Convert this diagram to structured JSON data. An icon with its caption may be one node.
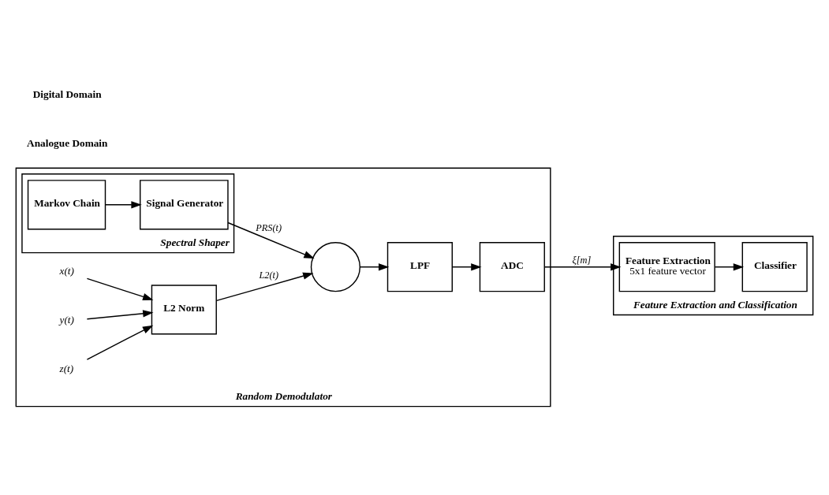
{
  "diagram": {
    "nodes": [
      {
        "text": [
          "Random Demodulator"
        ]
      },
      {
        "text": [
          "Spectral Shaper"
        ],
        "in": 0
      },
      {
        "text": [
          "Markov Chain"
        ],
        "in": 1
      },
      {
        "text": [
          "Signal Generator"
        ],
        "in": 1
      },
      {
        "text": [
          "L2 Norm"
        ],
        "in": 0
      },
      {
        "text": [],
        "shape": "circle",
        "in": 0
      },
      {
        "text": [
          "LPF"
        ],
        "in": 0
      },
      {
        "text": [
          "ADC"
        ],
        "in": 0
      },
      {
        "text": [
          "x(t)"
        ],
        "in": 0
      },
      {
        "text": [
          "y(t)"
        ],
        "in": 0
      },
      {
        "text": [
          "z(t)"
        ],
        "in": 0
      },
      {
        "text": [
          "Feature Extraction and Classification"
        ]
      },
      {
        "text": [
          "Feature Extraction",
          "5x1 feature vector"
        ],
        "in": 11
      },
      {
        "text": [
          "Classifier"
        ],
        "in": 11
      }
    ],
    "edges": [
      {
        "from": 2,
        "to": 3,
        "arrow": "to"
      },
      {
        "from": 3,
        "to": 5,
        "arrow": "to",
        "label": "PRS(t)"
      },
      {
        "from": 4,
        "to": 5,
        "arrow": "to",
        "label": "L2(t)"
      },
      {
        "from": 5,
        "to": 6,
        "arrow": "to"
      },
      {
        "from": 6,
        "to": 7,
        "arrow": "to"
      },
      {
        "from": 7,
        "to": 12,
        "arrow": "to",
        "label": "ξ[m]"
      },
      {
        "from": 8,
        "to": 4,
        "arrow": "to"
      },
      {
        "from": 9,
        "to": 4,
        "arrow": "to"
      },
      {
        "from": 10,
        "to": 4,
        "arrow": "to"
      },
      {
        "from": 12,
        "to": 13,
        "arrow": "to"
      }
    ],
    "labels": [
      "Analogue Domain",
      "Digital Domain"
    ]
  }
}
